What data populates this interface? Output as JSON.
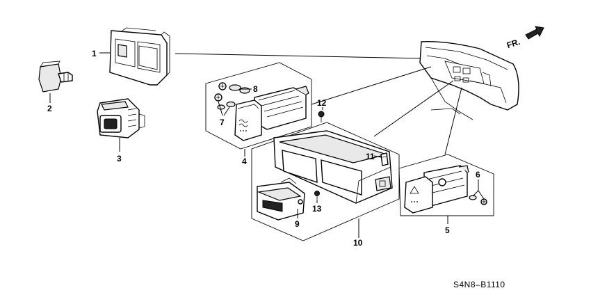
{
  "diagram": {
    "callouts": [
      {
        "id": "1",
        "label": "1"
      },
      {
        "id": "2",
        "label": "2"
      },
      {
        "id": "3",
        "label": "3"
      },
      {
        "id": "4",
        "label": "4"
      },
      {
        "id": "5",
        "label": "5"
      },
      {
        "id": "6",
        "label": "6"
      },
      {
        "id": "7",
        "label": "7"
      },
      {
        "id": "8",
        "label": "8"
      },
      {
        "id": "9",
        "label": "9"
      },
      {
        "id": "10",
        "label": "10"
      },
      {
        "id": "11",
        "label": "11"
      },
      {
        "id": "12",
        "label": "12"
      },
      {
        "id": "13",
        "label": "13"
      }
    ],
    "direction_label": "FR.",
    "diagram_code": "S4N8–B1110"
  }
}
